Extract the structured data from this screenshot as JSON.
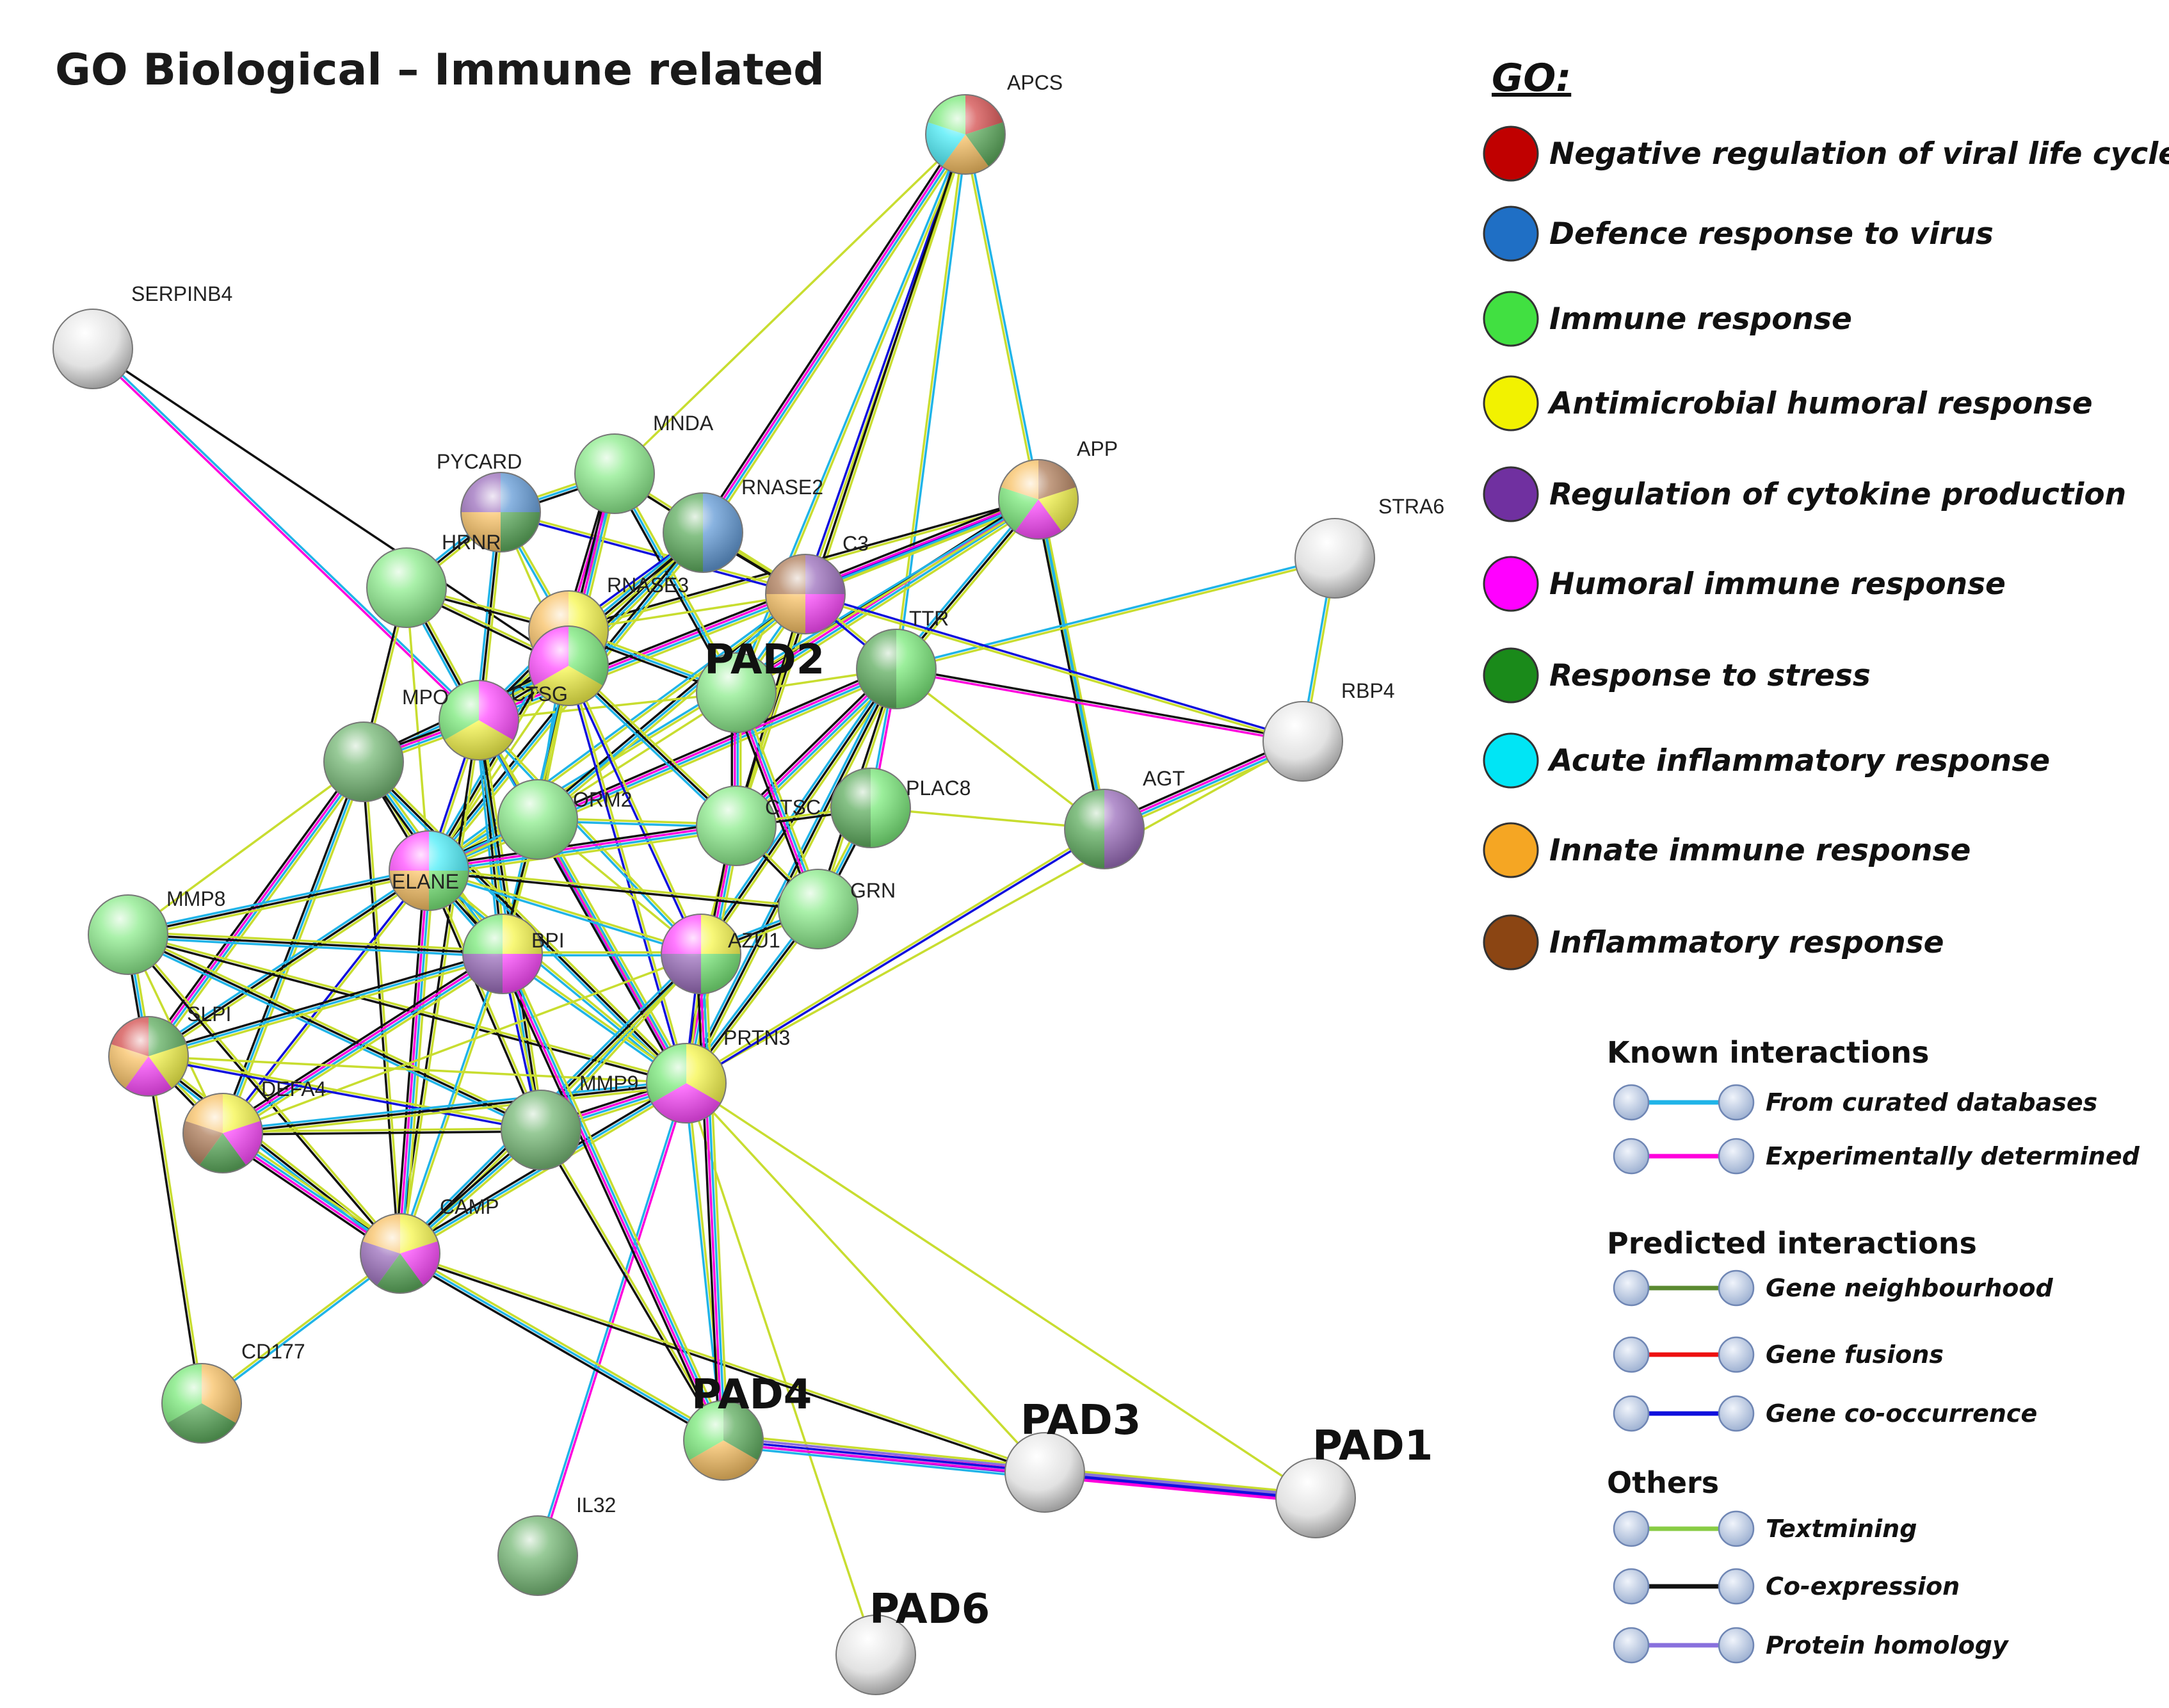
{
  "title": "GO Biological – Immune related",
  "go_legend": {
    "heading": "GO:",
    "items": [
      {
        "label": "Negative regulation of viral life cycle",
        "color": "#c00000"
      },
      {
        "label": "Defence response to virus",
        "color": "#1f6fc5"
      },
      {
        "label": "Immune response",
        "color": "#41e041"
      },
      {
        "label": "Antimicrobial humoral response",
        "color": "#f2f200"
      },
      {
        "label": "Regulation of cytokine production",
        "color": "#7030a0"
      },
      {
        "label": "Humoral immune response",
        "color": "#ff00ff"
      },
      {
        "label": "Response to stress",
        "color": "#1a8a1a"
      },
      {
        "label": "Acute inflammatory response",
        "color": "#00e5f5"
      },
      {
        "label": "Innate immune response",
        "color": "#f5a623"
      },
      {
        "label": "Inflammatory response",
        "color": "#8b4513"
      }
    ]
  },
  "interaction_legend": [
    {
      "heading": "Known interactions",
      "items": [
        {
          "label": "From curated databases",
          "color": "#20b4e8"
        },
        {
          "label": "Experimentally  determined",
          "color": "#ff00dd"
        }
      ]
    },
    {
      "heading": "Predicted interactions",
      "items": [
        {
          "label": "Gene neighbourhood",
          "color": "#5a8a30"
        },
        {
          "label": "Gene fusions",
          "color": "#ee1111"
        },
        {
          "label": "Gene co-occurrence",
          "color": "#1010dd"
        }
      ]
    },
    {
      "heading": "Others",
      "items": [
        {
          "label": "Textmining",
          "color": "#88cc44"
        },
        {
          "label": "Co-expression",
          "color": "#111111"
        },
        {
          "label": "Protein homology",
          "color": "#8870dd"
        }
      ]
    }
  ],
  "nodes": [
    {
      "id": "APCS",
      "label": "APCS",
      "colors": [
        "#c00000",
        "#1a8a1a",
        "#f5a623",
        "#00e5f5",
        "#41e041"
      ]
    },
    {
      "id": "SERPINB4",
      "label": "SERPINB4",
      "colors": []
    },
    {
      "id": "MNDA",
      "label": "MNDA",
      "colors": [
        "#41e041"
      ]
    },
    {
      "id": "PYCARD",
      "label": "PYCARD",
      "colors": [
        "#1f6fc5",
        "#1a8a1a",
        "#f5a623",
        "#7030a0"
      ]
    },
    {
      "id": "RNASE2",
      "label": "RNASE2",
      "colors": [
        "#1f6fc5",
        "#1a8a1a"
      ]
    },
    {
      "id": "APP",
      "label": "APP",
      "colors": [
        "#8b4513",
        "#f2f200",
        "#ff00ff",
        "#41e041",
        "#f5a623"
      ]
    },
    {
      "id": "STRA6",
      "label": "STRA6",
      "colors": []
    },
    {
      "id": "HRNR",
      "label": "HRNR",
      "colors": [
        "#41e041"
      ]
    },
    {
      "id": "RNASE3",
      "label": "RNASE3",
      "colors": [
        "#f2f200",
        "#41e041",
        "#f5a623"
      ]
    },
    {
      "id": "C3",
      "label": "C3",
      "colors": [
        "#7030a0",
        "#ff00ff",
        "#f5a623",
        "#8b4513"
      ]
    },
    {
      "id": "TTR",
      "label": "TTR",
      "colors": [
        "#41e041",
        "#1a8a1a"
      ]
    },
    {
      "id": "PAD2",
      "label": "",
      "colors": [
        "#41e041"
      ]
    },
    {
      "id": "RBP4",
      "label": "RBP4",
      "colors": []
    },
    {
      "id": "CTSG",
      "label": "CTSG",
      "colors": [
        "#41e041",
        "#f2f200",
        "#ff00ff"
      ]
    },
    {
      "id": "MPO",
      "label": "MPO",
      "colors": [
        "#ff00ff",
        "#f2f200",
        "#41e041"
      ]
    },
    {
      "id": "ORM2",
      "label": "ORM2",
      "colors": [
        "#41e041"
      ]
    },
    {
      "id": "CTSC",
      "label": "CTSC",
      "colors": [
        "#41e041"
      ]
    },
    {
      "id": "PLAC8",
      "label": "PLAC8",
      "colors": [
        "#41e041",
        "#1a8a1a"
      ]
    },
    {
      "id": "AGT",
      "label": "AGT",
      "colors": [
        "#7030a0",
        "#1a8a1a"
      ]
    },
    {
      "id": "HRNRL",
      "label": "",
      "colors": [
        "#1a8a1a"
      ]
    },
    {
      "id": "ELANE",
      "label": "ELANE",
      "colors": [
        "#00e5f5",
        "#41e041",
        "#f5a623",
        "#ff00ff"
      ]
    },
    {
      "id": "GRN",
      "label": "GRN",
      "colors": [
        "#41e041"
      ]
    },
    {
      "id": "MMP8",
      "label": "MMP8",
      "colors": [
        "#41e041"
      ]
    },
    {
      "id": "BPI",
      "label": "BPI",
      "colors": [
        "#f2f200",
        "#ff00ff",
        "#7030a0",
        "#41e041"
      ]
    },
    {
      "id": "AZU1",
      "label": "AZU1",
      "colors": [
        "#f2f200",
        "#41e041",
        "#7030a0",
        "#ff00ff"
      ]
    },
    {
      "id": "SLPI",
      "label": "SLPI",
      "colors": [
        "#1a8a1a",
        "#f2f200",
        "#ff00ff",
        "#f5a623",
        "#c00000"
      ]
    },
    {
      "id": "PRTN3",
      "label": "PRTN3",
      "colors": [
        "#f2f200",
        "#ff00ff",
        "#41e041"
      ]
    },
    {
      "id": "DEFA4",
      "label": "DEFA4",
      "colors": [
        "#f2f200",
        "#ff00ff",
        "#1a8a1a",
        "#8b4513",
        "#f5a623"
      ]
    },
    {
      "id": "MMP9",
      "label": "MMP9",
      "colors": [
        "#1a8a1a"
      ]
    },
    {
      "id": "CAMP",
      "label": "CAMP",
      "colors": [
        "#f2f200",
        "#ff00ff",
        "#1a8a1a",
        "#7030a0",
        "#f5a623"
      ]
    },
    {
      "id": "CD177",
      "label": "CD177",
      "colors": [
        "#f5a623",
        "#1a8a1a",
        "#41e041"
      ]
    },
    {
      "id": "PAD4",
      "label": "",
      "colors": [
        "#1a8a1a",
        "#f5a623",
        "#41e041"
      ]
    },
    {
      "id": "PAD3",
      "label": "",
      "colors": []
    },
    {
      "id": "PAD1",
      "label": "",
      "colors": []
    },
    {
      "id": "IL32",
      "label": "IL32",
      "colors": [
        "#1a8a1a"
      ]
    },
    {
      "id": "PAD6",
      "label": "",
      "colors": []
    }
  ],
  "pad_labels": {
    "PAD2": "PAD2",
    "PAD4": "PAD4",
    "PAD3": "PAD3",
    "PAD1": "PAD1",
    "PAD6": "PAD6"
  },
  "edges": [
    [
      "APCS",
      "MNDA"
    ],
    [
      "APCS",
      "RNASE2"
    ],
    [
      "APCS",
      "C3"
    ],
    [
      "APCS",
      "TTR"
    ],
    [
      "APCS",
      "AGT"
    ],
    [
      "APCS",
      "PAD2"
    ],
    [
      "APCS",
      "CTSC"
    ],
    [
      "SERPINB4",
      "MPO"
    ],
    [
      "SERPINB4",
      "CTSG"
    ],
    [
      "APP",
      "C3"
    ],
    [
      "APP",
      "TTR"
    ],
    [
      "APP",
      "AGT"
    ],
    [
      "APP",
      "RNASE3"
    ],
    [
      "APP",
      "MPO"
    ],
    [
      "APP",
      "PAD2"
    ],
    [
      "APP",
      "ELANE"
    ],
    [
      "STRA6",
      "RBP4"
    ],
    [
      "STRA6",
      "TTR"
    ],
    [
      "RBP4",
      "TTR"
    ],
    [
      "RBP4",
      "AGT"
    ],
    [
      "RBP4",
      "C3"
    ],
    [
      "RBP4",
      "PRTN3"
    ],
    [
      "AGT",
      "TTR"
    ],
    [
      "AGT",
      "PLAC8"
    ],
    [
      "PYCARD",
      "MNDA"
    ],
    [
      "PYCARD",
      "HRNR"
    ],
    [
      "PYCARD",
      "RNASE3"
    ],
    [
      "PYCARD",
      "MPO"
    ],
    [
      "PYCARD",
      "CTSG"
    ],
    [
      "PYCARD",
      "C3"
    ],
    [
      "MNDA",
      "RNASE2"
    ],
    [
      "MNDA",
      "RNASE3"
    ],
    [
      "MNDA",
      "CTSG"
    ],
    [
      "MNDA",
      "PAD2"
    ],
    [
      "MNDA",
      "C3"
    ],
    [
      "RNASE2",
      "RNASE3"
    ],
    [
      "RNASE2",
      "C3"
    ],
    [
      "RNASE2",
      "CTSG"
    ],
    [
      "RNASE2",
      "ELANE"
    ],
    [
      "RNASE2",
      "MPO"
    ],
    [
      "HRNR",
      "RNASE3"
    ],
    [
      "HRNR",
      "CTSG"
    ],
    [
      "HRNR",
      "MPO"
    ],
    [
      "HRNR",
      "HRNRL"
    ],
    [
      "HRNR",
      "ELANE"
    ],
    [
      "RNASE3",
      "C3"
    ],
    [
      "RNASE3",
      "MPO"
    ],
    [
      "RNASE3",
      "CTSG"
    ],
    [
      "RNASE3",
      "ORM2"
    ],
    [
      "RNASE3",
      "PAD2"
    ],
    [
      "RNASE3",
      "ELANE"
    ],
    [
      "C3",
      "TTR"
    ],
    [
      "C3",
      "PAD2"
    ],
    [
      "C3",
      "CTSC"
    ],
    [
      "C3",
      "ORM2"
    ],
    [
      "C3",
      "ELANE"
    ],
    [
      "C3",
      "AZU1"
    ],
    [
      "TTR",
      "PAD2"
    ],
    [
      "TTR",
      "PLAC8"
    ],
    [
      "TTR",
      "GRN"
    ],
    [
      "TTR",
      "CTSC"
    ],
    [
      "TTR",
      "ELANE"
    ],
    [
      "TTR",
      "AZU1"
    ],
    [
      "TTR",
      "PRTN3"
    ],
    [
      "PAD2",
      "CTSC"
    ],
    [
      "PAD2",
      "ORM2"
    ],
    [
      "PAD2",
      "GRN"
    ],
    [
      "PAD2",
      "MPO"
    ],
    [
      "CTSG",
      "MPO"
    ],
    [
      "CTSG",
      "ORM2"
    ],
    [
      "CTSG",
      "ELANE"
    ],
    [
      "CTSG",
      "CTSC"
    ],
    [
      "CTSG",
      "BPI"
    ],
    [
      "CTSG",
      "AZU1"
    ],
    [
      "CTSG",
      "PRTN3"
    ],
    [
      "CTSG",
      "HRNRL"
    ],
    [
      "MPO",
      "HRNRL"
    ],
    [
      "MPO",
      "ELANE"
    ],
    [
      "MPO",
      "ORM2"
    ],
    [
      "MPO",
      "BPI"
    ],
    [
      "MPO",
      "AZU1"
    ],
    [
      "MPO",
      "PRTN3"
    ],
    [
      "MPO",
      "MMP9"
    ],
    [
      "MPO",
      "CAMP"
    ],
    [
      "HRNRL",
      "ELANE"
    ],
    [
      "HRNRL",
      "MMP8"
    ],
    [
      "HRNRL",
      "BPI"
    ],
    [
      "HRNRL",
      "SLPI"
    ],
    [
      "HRNRL",
      "CAMP"
    ],
    [
      "HRNRL",
      "PRTN3"
    ],
    [
      "HRNRL",
      "DEFA4"
    ],
    [
      "ORM2",
      "CTSC"
    ],
    [
      "ORM2",
      "ELANE"
    ],
    [
      "ORM2",
      "AZU1"
    ],
    [
      "ORM2",
      "BPI"
    ],
    [
      "ORM2",
      "PRTN3"
    ],
    [
      "CTSC",
      "PLAC8"
    ],
    [
      "CTSC",
      "GRN"
    ],
    [
      "CTSC",
      "AZU1"
    ],
    [
      "CTSC",
      "ELANE"
    ],
    [
      "CTSC",
      "PRTN3"
    ],
    [
      "ELANE",
      "BPI"
    ],
    [
      "ELANE",
      "AZU1"
    ],
    [
      "ELANE",
      "PRTN3"
    ],
    [
      "ELANE",
      "MMP8"
    ],
    [
      "ELANE",
      "SLPI"
    ],
    [
      "ELANE",
      "DEFA4"
    ],
    [
      "ELANE",
      "MMP9"
    ],
    [
      "ELANE",
      "CAMP"
    ],
    [
      "ELANE",
      "GRN"
    ],
    [
      "GRN",
      "AZU1"
    ],
    [
      "GRN",
      "PRTN3"
    ],
    [
      "GRN",
      "PLAC8"
    ],
    [
      "MMP8",
      "SLPI"
    ],
    [
      "MMP8",
      "BPI"
    ],
    [
      "MMP8",
      "PRTN3"
    ],
    [
      "MMP8",
      "DEFA4"
    ],
    [
      "MMP8",
      "MMP9"
    ],
    [
      "MMP8",
      "CAMP"
    ],
    [
      "BPI",
      "AZU1"
    ],
    [
      "BPI",
      "PRTN3"
    ],
    [
      "BPI",
      "DEFA4"
    ],
    [
      "BPI",
      "MMP9"
    ],
    [
      "BPI",
      "CAMP"
    ],
    [
      "BPI",
      "SLPI"
    ],
    [
      "AZU1",
      "PRTN3"
    ],
    [
      "AZU1",
      "MMP9"
    ],
    [
      "AZU1",
      "CAMP"
    ],
    [
      "AZU1",
      "DEFA4"
    ],
    [
      "SLPI",
      "DEFA4"
    ],
    [
      "SLPI",
      "CAMP"
    ],
    [
      "SLPI",
      "CD177"
    ],
    [
      "SLPI",
      "PRTN3"
    ],
    [
      "SLPI",
      "MMP9"
    ],
    [
      "PRTN3",
      "MMP9"
    ],
    [
      "PRTN3",
      "CAMP"
    ],
    [
      "PRTN3",
      "DEFA4"
    ],
    [
      "PRTN3",
      "PAD4"
    ],
    [
      "PRTN3",
      "PAD3"
    ],
    [
      "PRTN3",
      "PAD1"
    ],
    [
      "PRTN3",
      "PAD6"
    ],
    [
      "PRTN3",
      "IL32"
    ],
    [
      "PRTN3",
      "AGT"
    ],
    [
      "DEFA4",
      "MMP9"
    ],
    [
      "DEFA4",
      "CAMP"
    ],
    [
      "MMP9",
      "CAMP"
    ],
    [
      "MMP9",
      "PAD4"
    ],
    [
      "CAMP",
      "CD177"
    ],
    [
      "CAMP",
      "PAD4"
    ],
    [
      "CAMP",
      "PAD3"
    ],
    [
      "PAD4",
      "PAD3"
    ],
    [
      "PAD4",
      "PAD1"
    ],
    [
      "PAD3",
      "PAD1"
    ],
    [
      "BPI",
      "PAD4"
    ],
    [
      "AZU1",
      "PAD4"
    ]
  ]
}
